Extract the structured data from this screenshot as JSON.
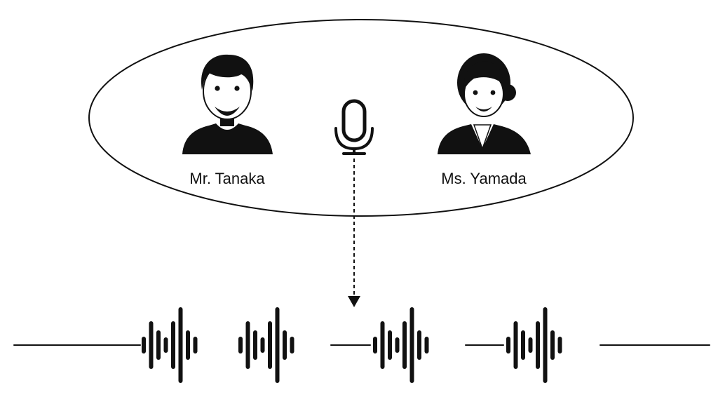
{
  "speakers": [
    {
      "name": "Mr. Tanaka",
      "icon": "man-avatar-icon"
    },
    {
      "name": "Ms. Yamada",
      "icon": "woman-avatar-icon"
    }
  ],
  "recorder": {
    "icon": "microphone-icon"
  },
  "flow": {
    "icon": "dashed-arrow-down-icon"
  },
  "waveform": {
    "icon": "audio-waveform-icon",
    "segments": 4
  },
  "colors": {
    "ink": "#111111",
    "background": "#ffffff"
  }
}
